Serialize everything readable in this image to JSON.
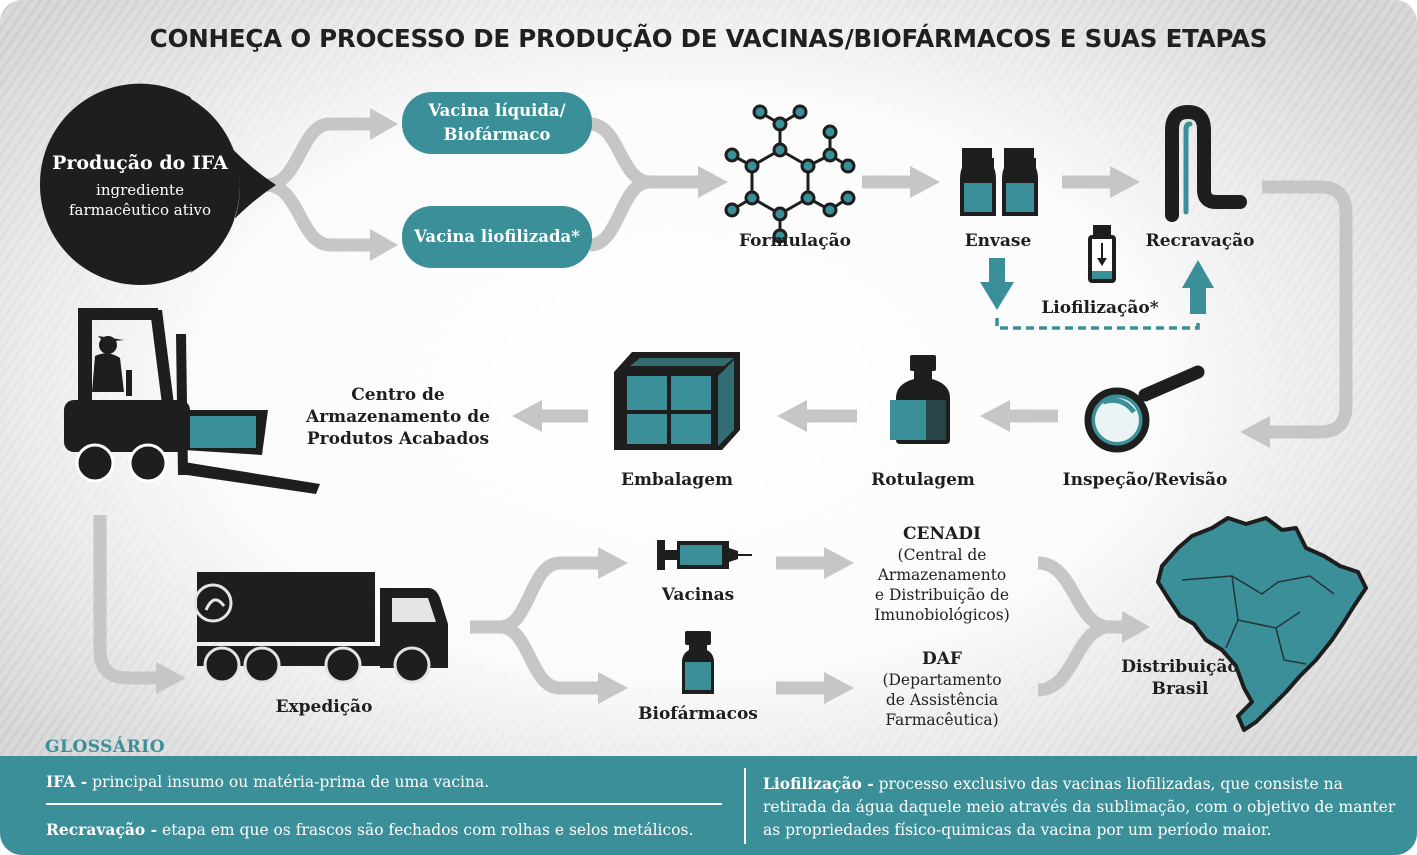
{
  "title": "CONHEÇA O PROCESSO DE PRODUÇÃO DE VACINAS/BIOFÁRMACOS E SUAS ETAPAS",
  "ifa": {
    "title": "Produção do IFA",
    "subtitle": "ingrediente\nfarmacêutico ativo"
  },
  "pills": {
    "liquida": "Vacina líquida/\nBiofármaco",
    "liofilizada": "Vacina liofilizada*"
  },
  "steps": {
    "formulacao": "Formulação",
    "envase": "Envase",
    "recravacao": "Recravação",
    "liofilizacao": "Liofilização*",
    "inspecao": "Inspeção/Revisão",
    "rotulagem": "Rotulagem",
    "embalagem": "Embalagem",
    "centro": "Centro de\nArmazenamento de\nProdutos Acabados",
    "expedicao": "Expedição",
    "vacinas": "Vacinas",
    "biofarmacos": "Biofármacos",
    "cenadi_title": "CENADI",
    "cenadi_sub": "(Central de\nArmazenamento\ne Distribuição de\nImunobiológicos)",
    "daf_title": "DAF",
    "daf_sub": "(Departamento\nde Assistência\nFarmacêutica)",
    "distribuicao": "Distribuição\nBrasil"
  },
  "glossary": {
    "title": "GLOSSÁRIO",
    "ifa_term": "IFA -",
    "ifa_def": " principal insumo ou matéria-prima de uma vacina.",
    "recravacao_term": "Recravação -",
    "recravacao_def": " etapa em que os frascos são fechados com rolhas e selos metálicos.",
    "liofilizacao_term": "Liofilização -",
    "liofilizacao_def": " processo exclusivo das vacinas liofilizadas, que consiste na retirada da água daquele meio através da sublimação, com o objetivo de manter as propriedades físico-quimicas da vacina por um período maior."
  },
  "colors": {
    "teal": "#3a8f99",
    "dark": "#1e1e1e",
    "arrow": "#c6c6c6"
  },
  "icons": [
    "molecule-icon",
    "bottles-icon",
    "capping-machine-icon",
    "vial-icon",
    "magnifier-icon",
    "labeled-vial-icon",
    "box-icon",
    "forklift-icon",
    "truck-icon",
    "syringe-icon",
    "biopharma-vial-icon",
    "brazil-map-icon"
  ]
}
